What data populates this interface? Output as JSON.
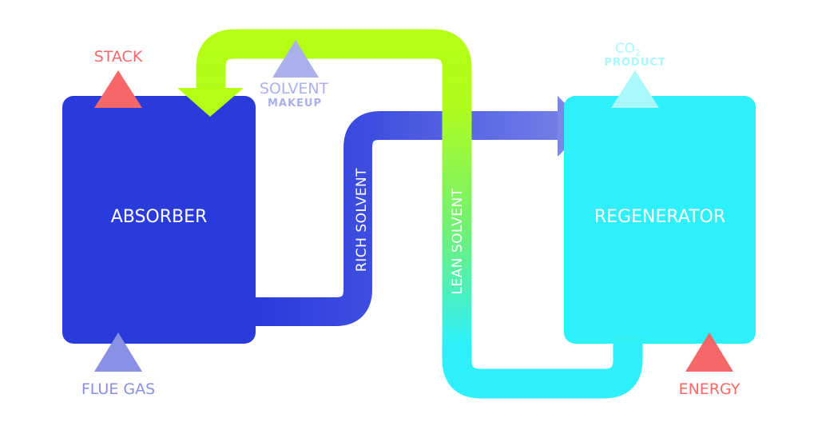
{
  "units": {
    "absorber": "ABSORBER",
    "regenerator": "REGENERATOR"
  },
  "streams": {
    "rich_solvent": "RICH SOLVENT",
    "lean_solvent": "LEAN SOLVENT"
  },
  "inputs_outputs": {
    "stack": "STACK",
    "flue_gas": "FLUE GAS",
    "solvent_makeup_line1": "SOLVENT",
    "solvent_makeup_line2": "MAKEUP",
    "co2": "CO",
    "co2_subscript": "2",
    "product": "PRODUCT",
    "energy": "ENERGY"
  },
  "colors": {
    "absorber": "#2a3bdc",
    "regenerator": "#2ef0fb",
    "lean_top": "#b5ff14",
    "rich_end": "#7b86e8",
    "red": "#f76767"
  }
}
